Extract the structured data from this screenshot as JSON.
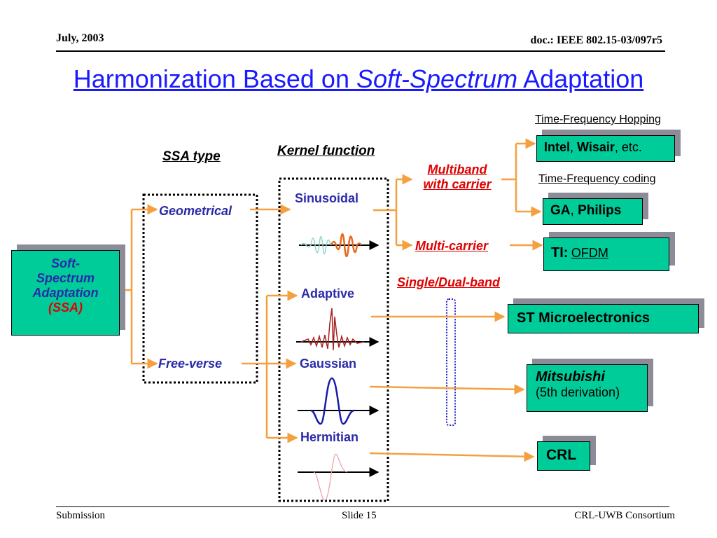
{
  "header": {
    "date": "July, 2003",
    "doc": "doc.: IEEE 802.15-03/097r5"
  },
  "title": {
    "part1": "Harmonization Based on ",
    "part2": "Soft-Spectrum",
    "part3": " Adaptation"
  },
  "ssa_type_label": "SSA type",
  "kernel_function_label": "Kernel function",
  "ssa_box": {
    "line1": "Soft-",
    "line2": "Spectrum",
    "line3": "Adaptation",
    "line4": "(SSA)"
  },
  "ssa_types": {
    "geometrical": "Geometrical",
    "free_verse": "Free-verse"
  },
  "kernels": {
    "sinusoidal": "Sinusoidal",
    "adaptive": "Adaptive",
    "gaussian": "Gaussian",
    "hermitian": "Hermitian"
  },
  "carrier": {
    "multiband_line1": "Multiband",
    "multiband_line2": "with carrier",
    "multi_carrier": "Multi-carrier",
    "single_dual": "Single/Dual-band"
  },
  "categories": {
    "tf_hopping": "Time-Frequency Hopping",
    "tf_coding": "Time-Frequency coding"
  },
  "companies": {
    "intel_a": "Intel",
    "intel_sep": ", ",
    "intel_b": "Wisair",
    "intel_c": ", etc.",
    "ga_a": "GA",
    "ga_sep": ", ",
    "ga_b": "Philips",
    "ti_a": "TI:",
    "ti_b": "OFDM",
    "st": "ST Microelectronics",
    "mitsubishi": "Mitsubishi",
    "mitsubishi_sub": "(5th derivation)",
    "crl": "CRL"
  },
  "footer": {
    "left": "Submission",
    "center": "Slide 15",
    "right": "CRL-UWB Consortium"
  },
  "colors": {
    "title": "#1a1aff",
    "box_fill": "#00cc99",
    "arrow": "#f5a040",
    "kernel_text": "#2a2aaa",
    "red_text": "#e00000"
  }
}
